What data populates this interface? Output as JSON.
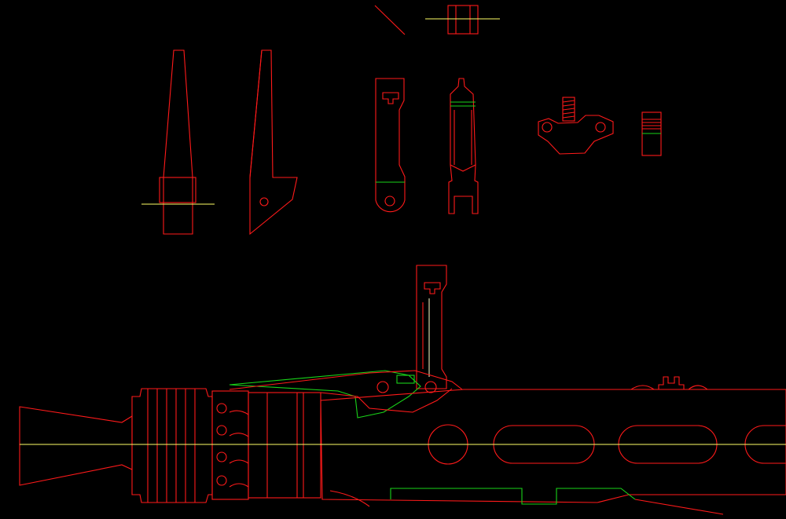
{
  "drawing": {
    "background": "#000000",
    "colors": {
      "outline": "#ff1a1a",
      "detail": "#19d419",
      "centerline": "#ffff66",
      "construction": "#ffffcc"
    },
    "parts": [
      "tapered-blade-front-view",
      "tapered-blade-side-view",
      "pin",
      "bolt-top-view",
      "sight-leaf-side-view",
      "sight-leaf-front-view",
      "threaded-bracket",
      "striped-block",
      "barrel-jacket-assembly"
    ]
  }
}
